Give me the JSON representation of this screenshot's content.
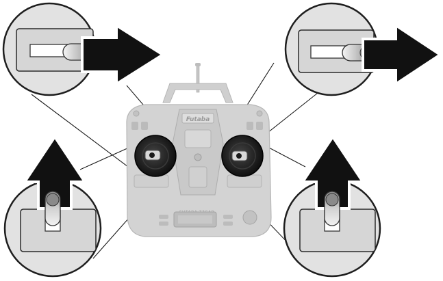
{
  "figure": {
    "transmitter": {
      "brand_text": "Futaba",
      "model_text": "FUTABA T7CAP"
    },
    "callouts": [
      {
        "name": "top-left",
        "switch_orientation": "horizontal",
        "arrow_direction": "right"
      },
      {
        "name": "top-right",
        "switch_orientation": "horizontal",
        "arrow_direction": "right"
      },
      {
        "name": "bottom-left",
        "switch_orientation": "vertical",
        "arrow_direction": "up"
      },
      {
        "name": "bottom-right",
        "switch_orientation": "vertical",
        "arrow_direction": "up"
      }
    ],
    "colors": {
      "arrow_fill": "#111111",
      "arrow_outline": "#ffffff",
      "circle_fill": "#e2e2e2",
      "circle_border": "#1e1e1e",
      "transmitter_body": "#d3d3d3",
      "stick_gimbal": "#1a1a1a"
    }
  }
}
